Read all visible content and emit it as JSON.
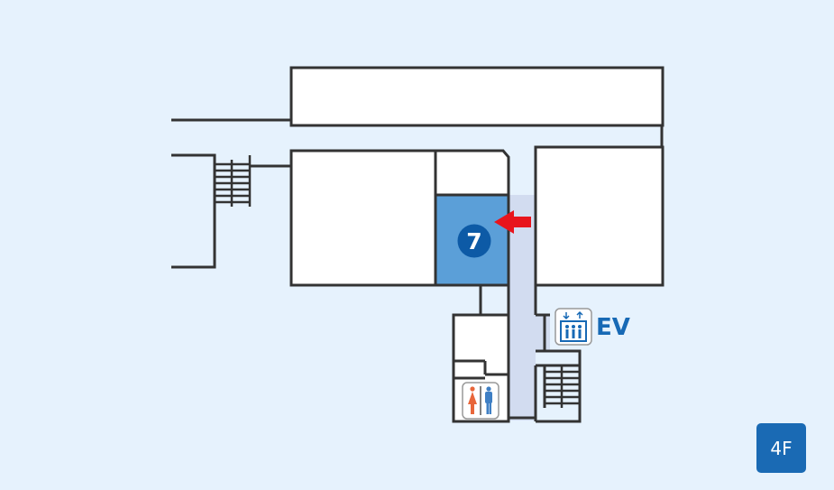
{
  "map": {
    "highlighted_room_number": "7",
    "elevator_label": "EV",
    "floor_label": "4F"
  },
  "colors": {
    "background": "#e6f2fd",
    "room_fill": "#ffffff",
    "walls": "#333333",
    "highlighted_room": "#5b9fd8",
    "corridor": "#d2dcf0",
    "number_badge": "#0d5aa6",
    "arrow": "#e8141c",
    "accent_blue": "#1769b5",
    "restroom_female": "#e8663a",
    "restroom_male": "#3f7fc4"
  },
  "icons": [
    "elevator-icon",
    "restroom-icon",
    "arrow-icon",
    "stairs-icon"
  ]
}
